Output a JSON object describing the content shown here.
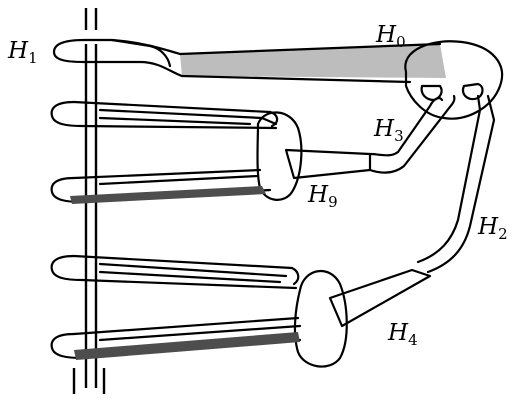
{
  "labels": {
    "h0": {
      "base": "H",
      "sub": "0"
    },
    "h1": {
      "base": "H",
      "sub": "1"
    },
    "h2": {
      "base": "H",
      "sub": "2"
    },
    "h3": {
      "base": "H",
      "sub": "3"
    },
    "h4": {
      "base": "H",
      "sub": "4"
    },
    "h9": {
      "base": "H",
      "sub": "9"
    }
  },
  "colors": {
    "light_fill": "#bdbdbd",
    "dark_fill": "#4d4d4d",
    "outline": "#000000",
    "background": "#ffffff"
  }
}
